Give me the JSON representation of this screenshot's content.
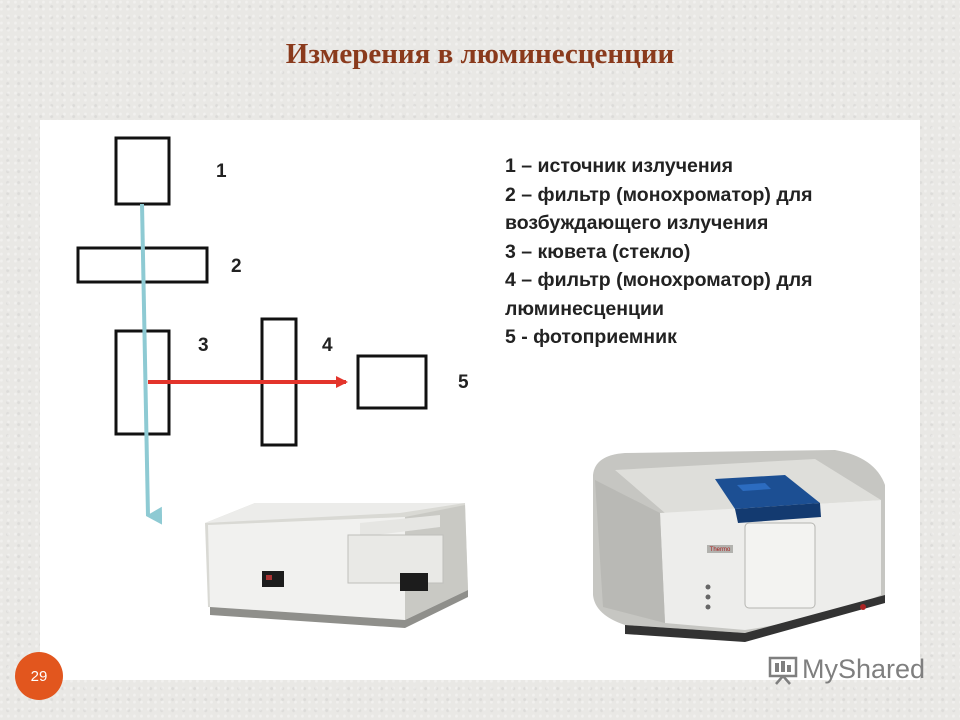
{
  "slide": {
    "title": "Измерения в люминесценции",
    "page_number": "29",
    "watermark": "MyShared"
  },
  "diagram": {
    "labels": [
      "1",
      "2",
      "3",
      "4",
      "5"
    ],
    "legend": [
      "1 – источник излучения",
      "2 – фильтр (монохроматор) для",
      "возбуждающего излучения",
      "3 – кювета (стекло)",
      "4 – фильтр (монохроматор) для",
      "люминесценции",
      "5 - фотоприемник"
    ],
    "colors": {
      "excitation_beam": "#8ecad3",
      "emission_beam": "#e3342b",
      "title": "#8a3a1c",
      "badge": "#e2561e"
    }
  },
  "images": [
    {
      "name": "spectrofluorometer-photo"
    },
    {
      "name": "thermo-spectrophotometer-photo",
      "brand": "Thermo"
    }
  ]
}
